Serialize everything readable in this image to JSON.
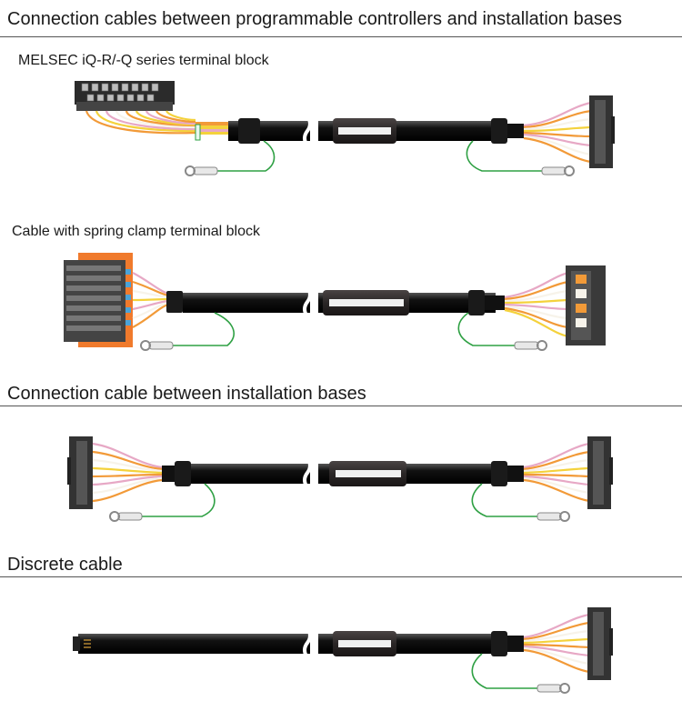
{
  "sections": {
    "s1": {
      "title": "Connection cables between programmable controllers and installation bases"
    },
    "s1a": {
      "label": "MELSEC iQ-R/-Q series terminal block"
    },
    "s1b": {
      "label": "Cable with spring clamp terminal block"
    },
    "s2": {
      "title": "Connection cable between installation bases"
    },
    "s3": {
      "title": "Discrete cable"
    }
  },
  "colors": {
    "cable": "#111111",
    "wire_orange": "#f29a38",
    "wire_yellow": "#f4d23c",
    "wire_pink": "#e7a8c5",
    "wire_white": "#f7f3ea",
    "ground_wire": "#2ea043",
    "connector": "#3a3a3a",
    "spring_clamp": "#f07a2c"
  }
}
